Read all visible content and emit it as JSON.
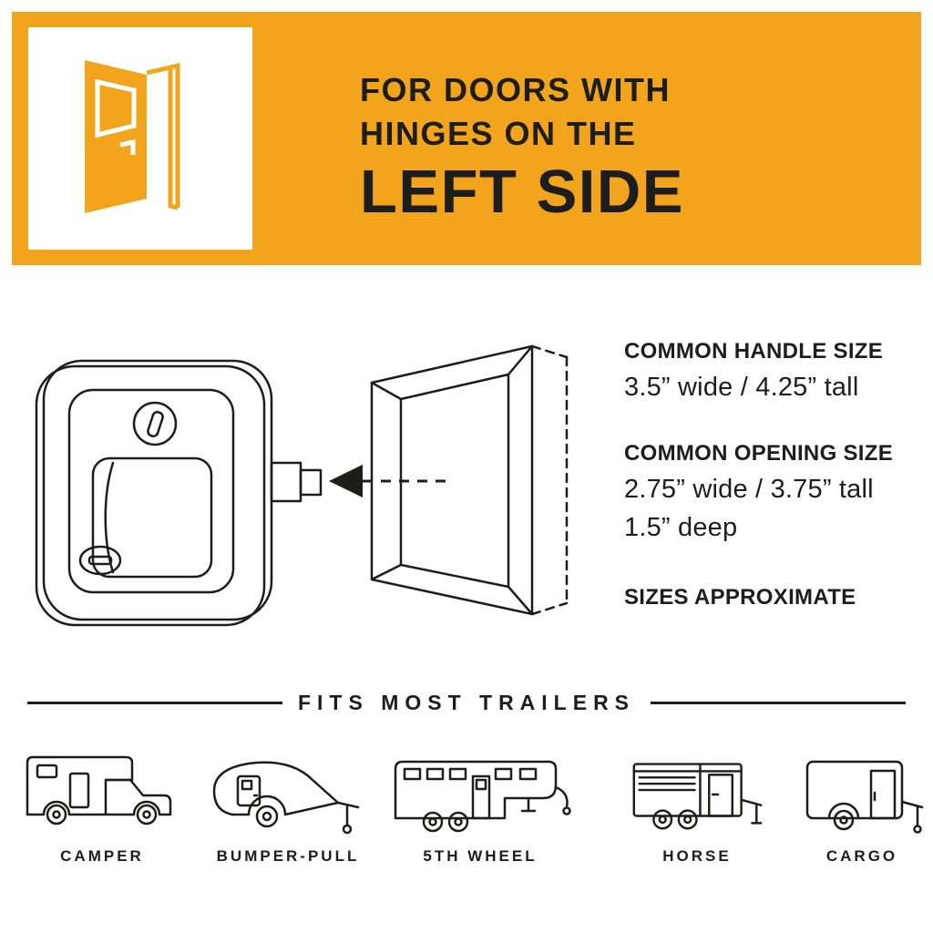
{
  "colors": {
    "accent": "#F2A41D",
    "ink": "#1D1D1B",
    "background": "#FFFFFF"
  },
  "banner": {
    "line1": "FOR DOORS WITH",
    "line2": "HINGES ON THE",
    "line3": "LEFT SIDE",
    "icon": "open-door-left-icon"
  },
  "specs": {
    "handle_title": "COMMON HANDLE SIZE",
    "handle_size": "3.5” wide / 4.25” tall",
    "opening_title": "COMMON OPENING SIZE",
    "opening_size": "2.75” wide / 3.75” tall",
    "opening_depth": "1.5” deep",
    "note": "SIZES APPROXIMATE"
  },
  "diagram": {
    "lock_icon": "rv-door-lock-drawing",
    "opening_icon": "door-opening-cutout-drawing",
    "arrow_icon": "arrow-left-icon"
  },
  "trailers": {
    "title": "FITS MOST TRAILERS",
    "items": [
      {
        "label": "CAMPER",
        "icon": "truck-camper-icon"
      },
      {
        "label": "BUMPER-PULL",
        "icon": "teardrop-trailer-icon"
      },
      {
        "label": "5TH WHEEL",
        "icon": "fifth-wheel-trailer-icon"
      },
      {
        "label": "HORSE",
        "icon": "horse-trailer-icon"
      },
      {
        "label": "CARGO",
        "icon": "cargo-trailer-icon"
      }
    ]
  }
}
